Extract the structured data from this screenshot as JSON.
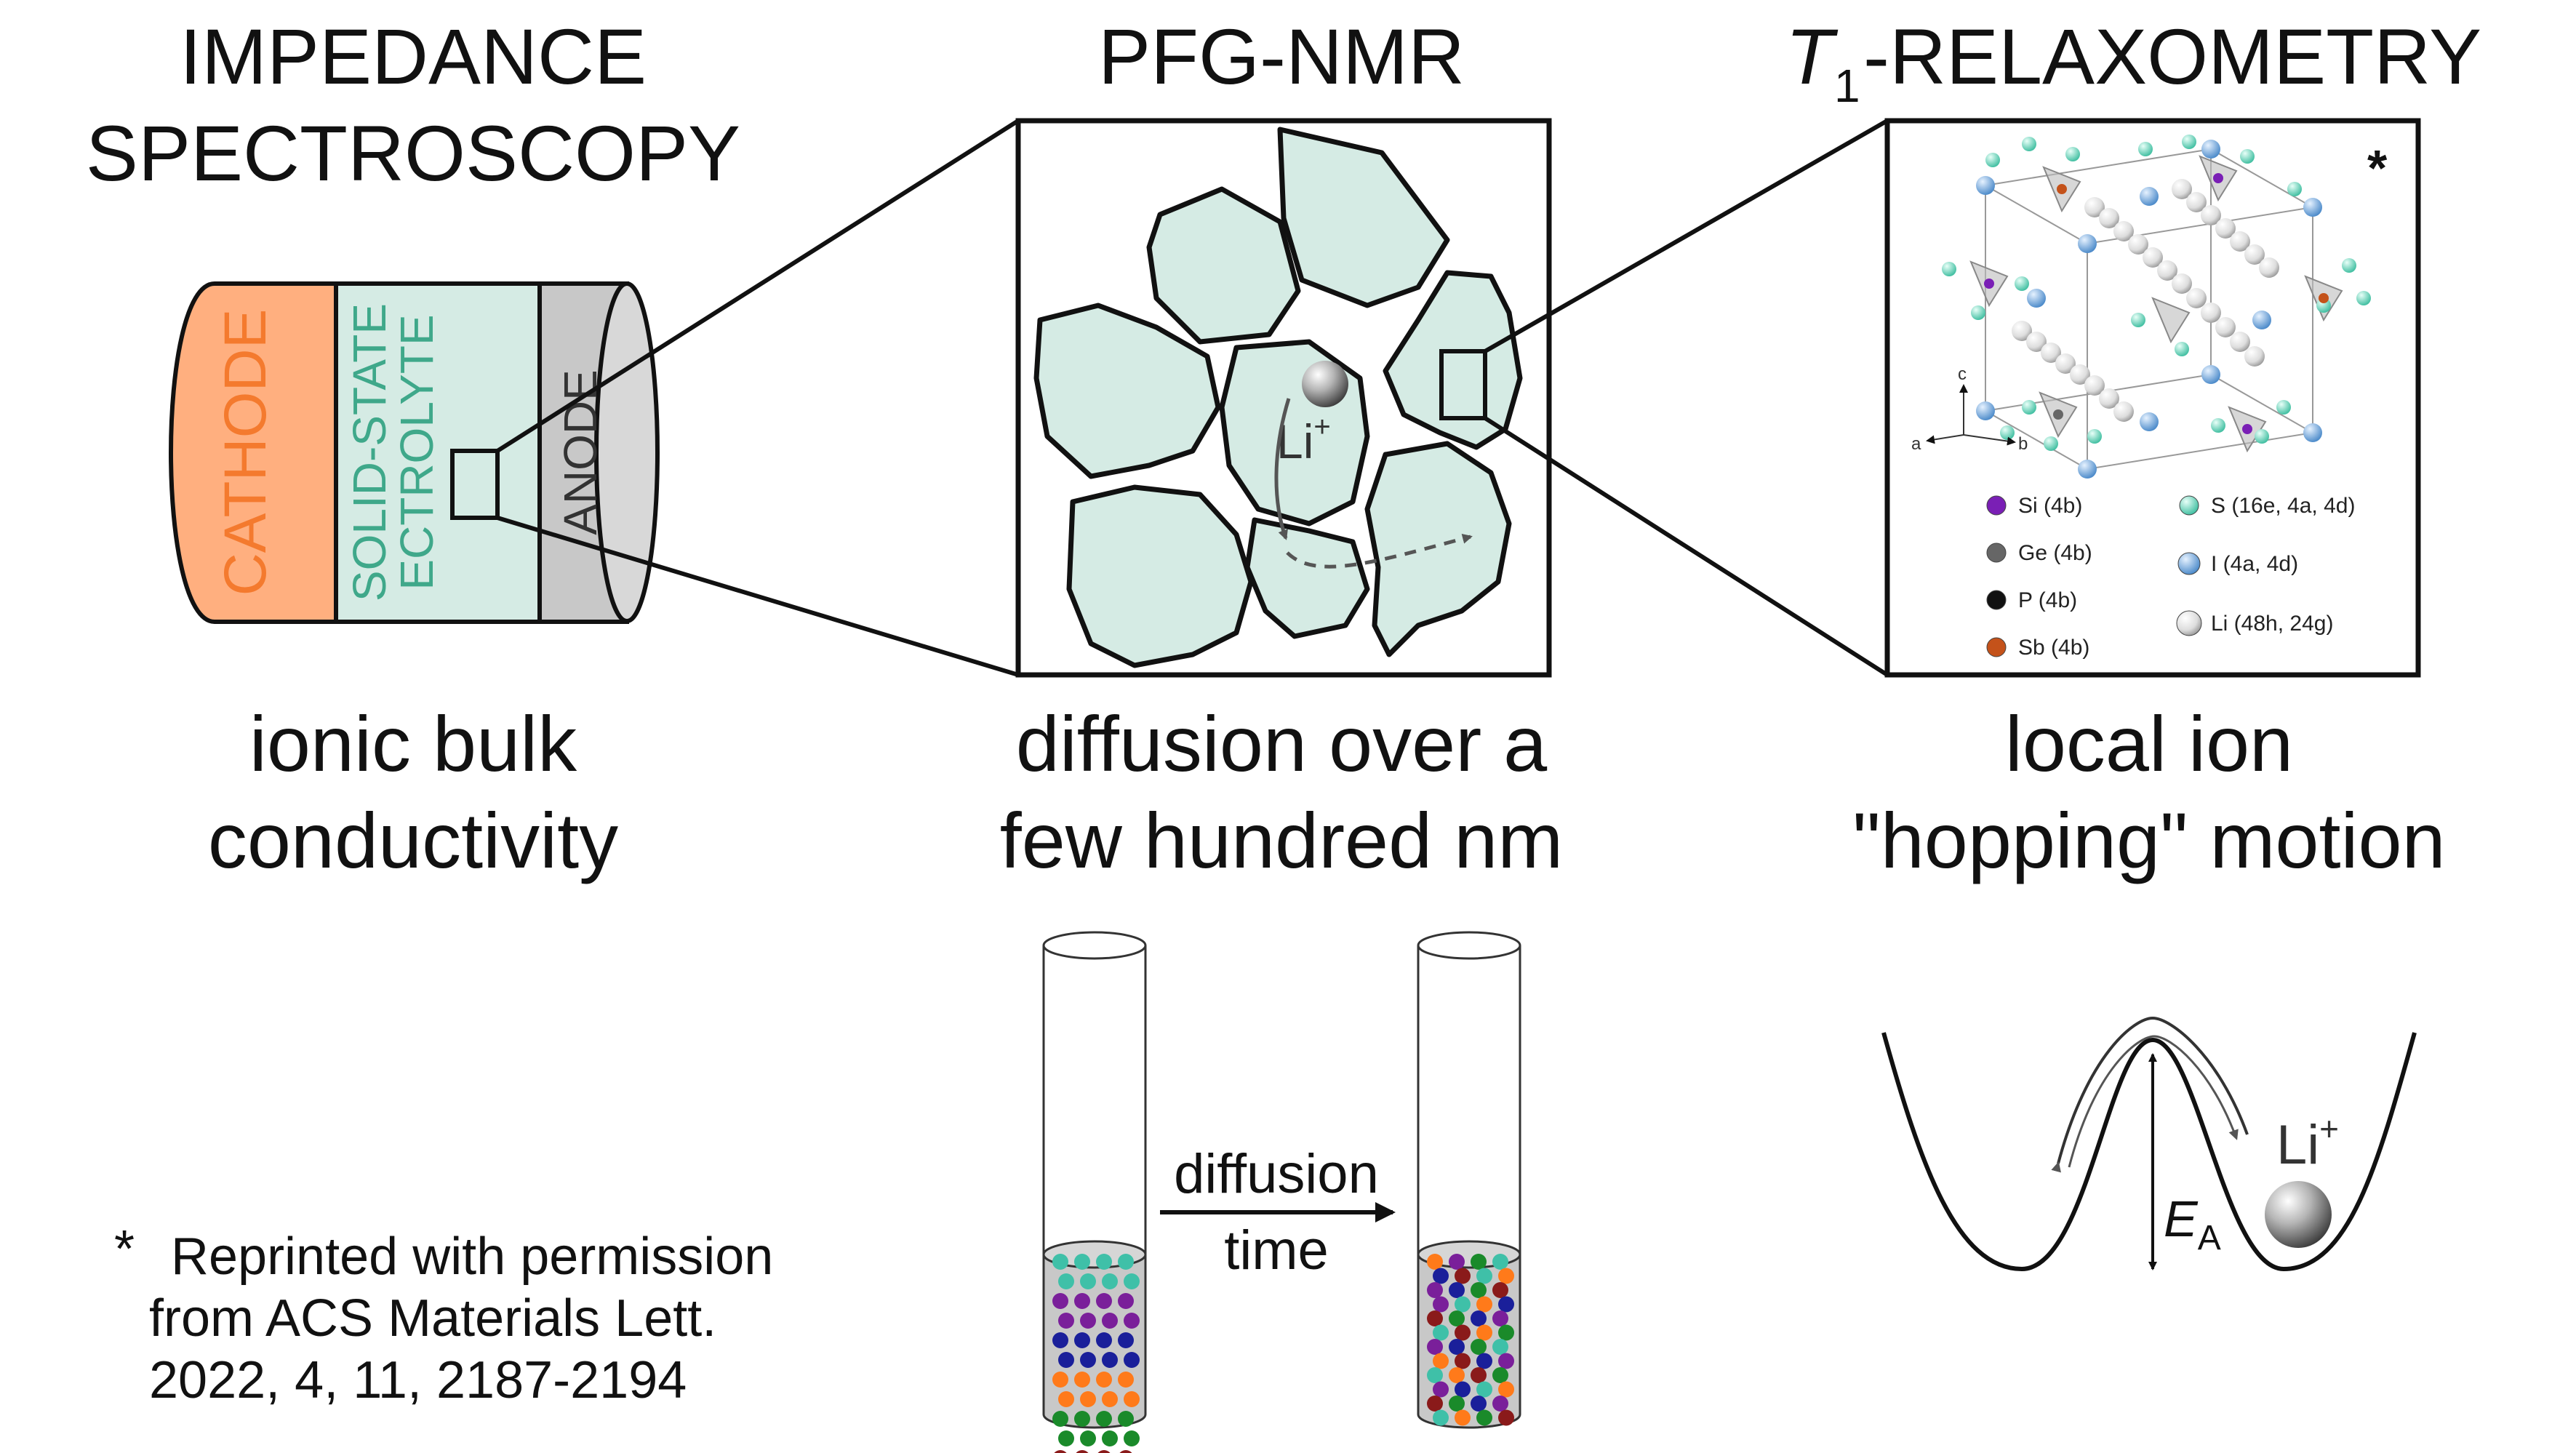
{
  "headings": {
    "impedance_line1": "IMPEDANCE",
    "impedance_line2": "SPECTROSCOPY",
    "pfg": "PFG-NMR",
    "t1_italic": "T",
    "t1_sub": "1",
    "t1_rest": "-RELAXOMETRY"
  },
  "cell": {
    "cathode": "CATHODE",
    "electrolyte_line1": "SOLID-STATE",
    "electrolyte_line2": "ECTROLYTE",
    "anode": "ANODE"
  },
  "particles": {
    "ion": "Li",
    "ion_charge": "+"
  },
  "crystal": {
    "asterisk": "*",
    "axes": {
      "a": "a",
      "b": "b",
      "c": "c"
    },
    "legend": [
      {
        "label": "Si (4b)",
        "color": "#7a1fb5"
      },
      {
        "label": "Ge (4b)",
        "color": "#666666"
      },
      {
        "label": "P (4b)",
        "color": "#111111"
      },
      {
        "label": "Sb (4b)",
        "color": "#c4521a"
      },
      {
        "label": "S (16e, 4a, 4d)",
        "color": "#3fd0b0"
      },
      {
        "label": "I (4a, 4d)",
        "color": "#5a9ad6"
      },
      {
        "label": "Li (48h, 24g)",
        "color": "#d0d0d0"
      }
    ]
  },
  "captions": {
    "impedance_line1": "ionic bulk",
    "impedance_line2": "conductivity",
    "pfg_line1": "diffusion over a",
    "pfg_line2": "few hundred nm",
    "t1_line1": "local ion",
    "t1_line2": "\"hopping\" motion"
  },
  "tubes": {
    "arrow_line1": "diffusion",
    "arrow_line2": "time"
  },
  "energy": {
    "ion": "Li",
    "ion_charge": "+",
    "barrier": "E",
    "barrier_sub": "A"
  },
  "footnote": {
    "asterisk": "*",
    "line1": "Reprinted with permission",
    "line2": "from ACS Materials Lett.",
    "line3": "2022, 4, 11, 2187-2194"
  },
  "colors": {
    "cathode": "#ffaf7f",
    "cathode_text": "#f47a2e",
    "electrolyte": "#d5ebe4",
    "electrolyte_text": "#3fa88a",
    "anode": "#c8c8c8",
    "grain": "#d5ebe4",
    "tube_fill": "#c8c8c8",
    "dots": [
      "#3fc0a8",
      "#7a1f9a",
      "#1a1f9a",
      "#ff7a1a",
      "#1a8a2a",
      "#8a1a1a"
    ]
  }
}
